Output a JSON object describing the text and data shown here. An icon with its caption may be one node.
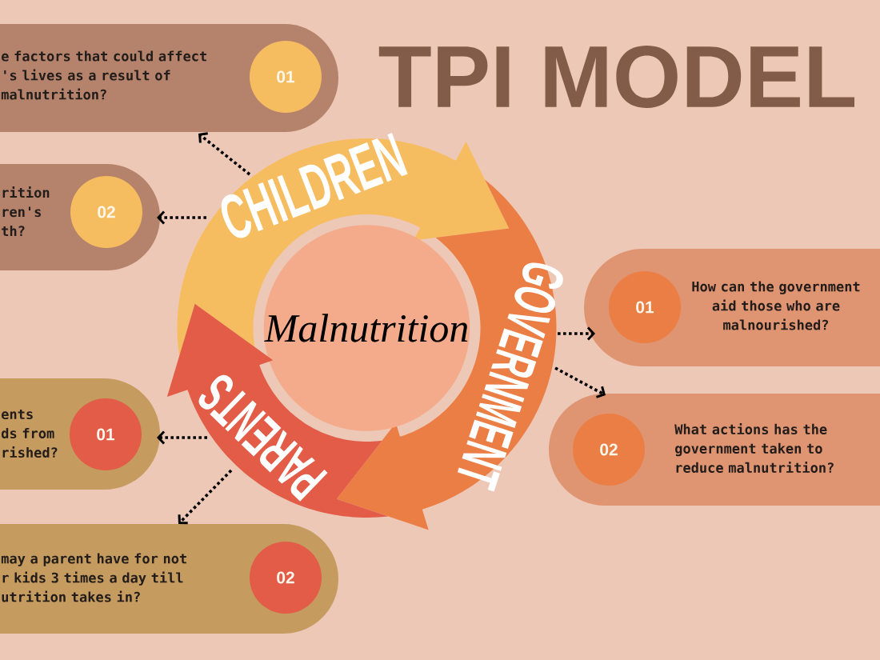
{
  "diagram": {
    "title": "TPI MODEL",
    "nodes": [
      {
        "text": [
          "e factors that could affect 's lives as a result of malnutrition?"
        ]
      },
      {
        "text": [
          "01"
        ],
        "in": 0
      },
      {
        "text": [
          "CHILDREN"
        ]
      },
      {
        "text": [
          "rition ren's th?"
        ]
      },
      {
        "text": [
          "02"
        ],
        "in": 3
      },
      {
        "text": [
          "GOVERNMENT"
        ]
      },
      {
        "text": [
          "Malnutrition"
        ]
      },
      {
        "text": [
          "How can the government aid those who are malnourished?"
        ]
      },
      {
        "text": [
          "01"
        ],
        "in": 7
      },
      {
        "text": [
          "PARENTS"
        ]
      },
      {
        "text": [
          "ents ds from rished?"
        ]
      },
      {
        "text": [
          "01"
        ],
        "in": 10
      },
      {
        "text": [
          "What actions has the government taken to reduce malnutrition?"
        ]
      },
      {
        "text": [
          "02"
        ],
        "in": 12
      },
      {
        "text": [
          "may a parent have for not r kids 3 times a day till utrition takes in?"
        ]
      },
      {
        "text": [
          "02"
        ],
        "in": 14
      }
    ],
    "edges": [
      {
        "from": 2,
        "to": 0,
        "arrow": "to",
        "style": "dashed"
      },
      {
        "from": 2,
        "to": 3,
        "arrow": "to",
        "style": "dashed"
      },
      {
        "from": 5,
        "to": 7,
        "arrow": "to",
        "style": "dashed"
      },
      {
        "from": 5,
        "to": 12,
        "arrow": "to",
        "style": "dashed"
      },
      {
        "from": 9,
        "to": 10,
        "arrow": "to",
        "style": "dashed"
      },
      {
        "from": 9,
        "to": 14,
        "arrow": "to",
        "style": "dashed"
      }
    ]
  }
}
